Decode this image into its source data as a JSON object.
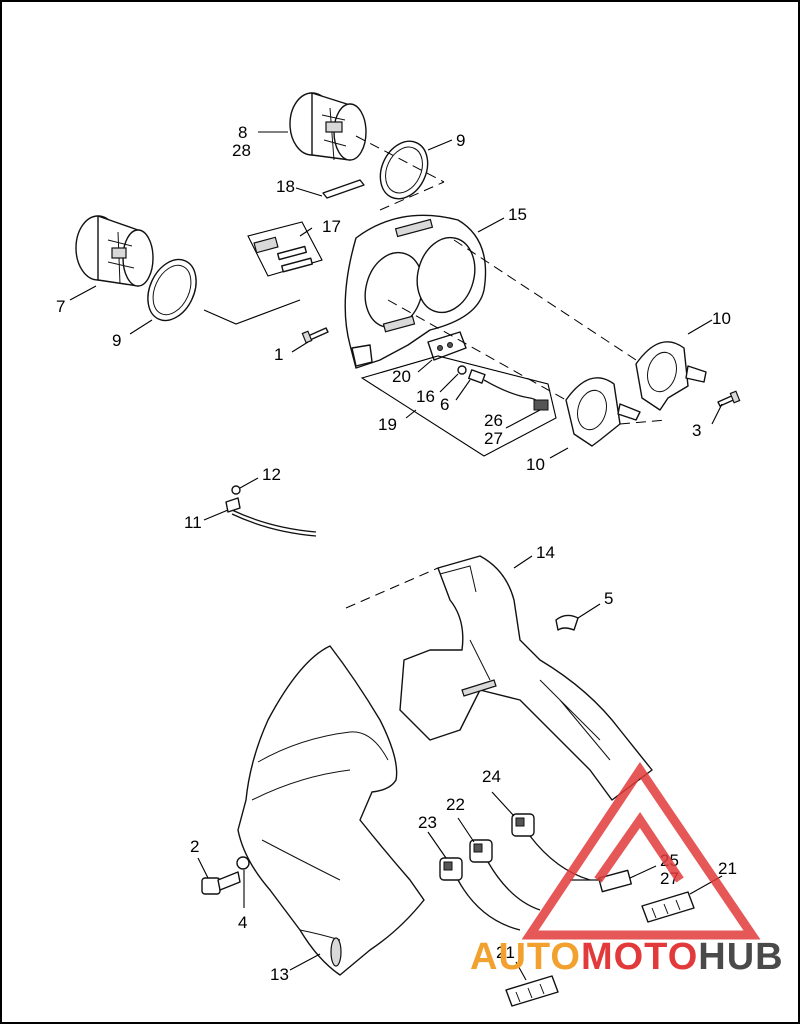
{
  "callouts": {
    "c1": "1",
    "c2": "2",
    "c3": "3",
    "c4": "4",
    "c5": "5",
    "c6": "6",
    "c7": "7",
    "c8": "8",
    "c28a": "28",
    "c9a": "9",
    "c9b": "9",
    "c10a": "10",
    "c10b": "10",
    "c11": "11",
    "c12": "12",
    "c13": "13",
    "c14": "14",
    "c15": "15",
    "c16": "16",
    "c17": "17",
    "c18": "18",
    "c19": "19",
    "c20": "20",
    "c21a": "21",
    "c21b": "21",
    "c22": "22",
    "c23": "23",
    "c24": "24",
    "c25": "25",
    "c26": "26",
    "c27a": "27",
    "c27b": "27"
  },
  "watermark": {
    "auto": "AUTO",
    "moto": "MOTO",
    "hub": "HUB",
    "colors": {
      "auto": "#f2a02e",
      "moto": "#e23a3a",
      "hub": "#4a4a4a"
    }
  }
}
